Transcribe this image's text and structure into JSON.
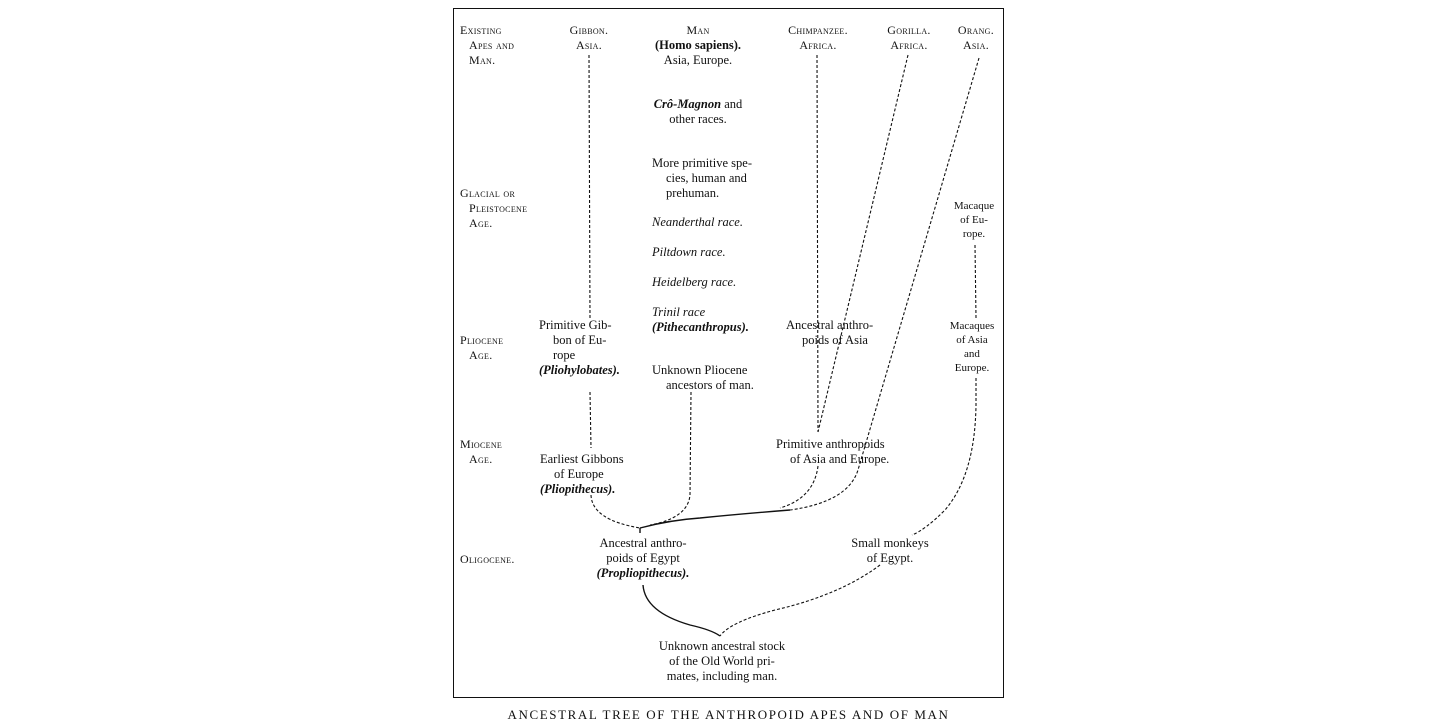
{
  "ages": {
    "existing": [
      "Existing",
      "Apes and",
      "Man."
    ],
    "glacial": [
      "Glacial or",
      "Pleistocene",
      "Age."
    ],
    "pliocene": [
      "Pliocene",
      "Age."
    ],
    "miocene": [
      "Miocene",
      "Age."
    ],
    "oligocene": [
      "Oligocene."
    ]
  },
  "heads": {
    "gibbon": [
      "Gibbon.",
      "Asia."
    ],
    "man": [
      "Man",
      "(Homo sapiens).",
      "Asia, Europe."
    ],
    "chimpanzee": [
      "Chimpanzee.",
      "Africa."
    ],
    "gorilla": [
      "Gorilla.",
      "Africa."
    ],
    "orang": [
      "Orang.",
      "Asia."
    ]
  },
  "man_line": {
    "cromagnon": "Crô-Magnon",
    "cromagnon_rest": " and",
    "other_races": "other races.",
    "primitive": [
      "More primitive spe-",
      "cies, human and",
      "prehuman."
    ],
    "neanderthal": "Neanderthal race.",
    "piltdown": "Piltdown race.",
    "heidelberg": "Heidelberg race.",
    "trinil": [
      "Trinil race",
      "(Pithecanthropus)."
    ],
    "pliocene_ancestors": [
      "Unknown Pliocene",
      "ancestors of man."
    ]
  },
  "gibbon_line": {
    "pliocene": [
      "Primitive Gib-",
      "bon of Eu-",
      "rope"
    ],
    "pliocene_genus": "(Pliohylobates).",
    "miocene": [
      "Earliest Gibbons",
      "of Europe"
    ],
    "miocene_genus": "(Pliopithecus)."
  },
  "anthropoid_line": {
    "pliocene": [
      "Ancestral anthro-",
      "poids of Asia"
    ],
    "miocene": [
      "Primitive anthropoids",
      "of Asia and Europe."
    ]
  },
  "macaque_line": {
    "glacial": [
      "Macaque",
      "of Eu-",
      "rope."
    ],
    "pliocene": [
      "Macaques",
      "of Asia",
      "and",
      "Europe."
    ]
  },
  "oligocene": {
    "egypt_anthropoids": [
      "Ancestral anthro-",
      "poids of Egypt"
    ],
    "egypt_genus": "(Propliopithecus).",
    "small_monkeys": [
      "Small monkeys",
      "of Egypt."
    ]
  },
  "root": [
    "Unknown ancestral stock",
    "of the Old World pri-",
    "mates, including man."
  ],
  "caption": "ANCESTRAL TREE OF THE ANTHROPOID APES AND OF MAN"
}
